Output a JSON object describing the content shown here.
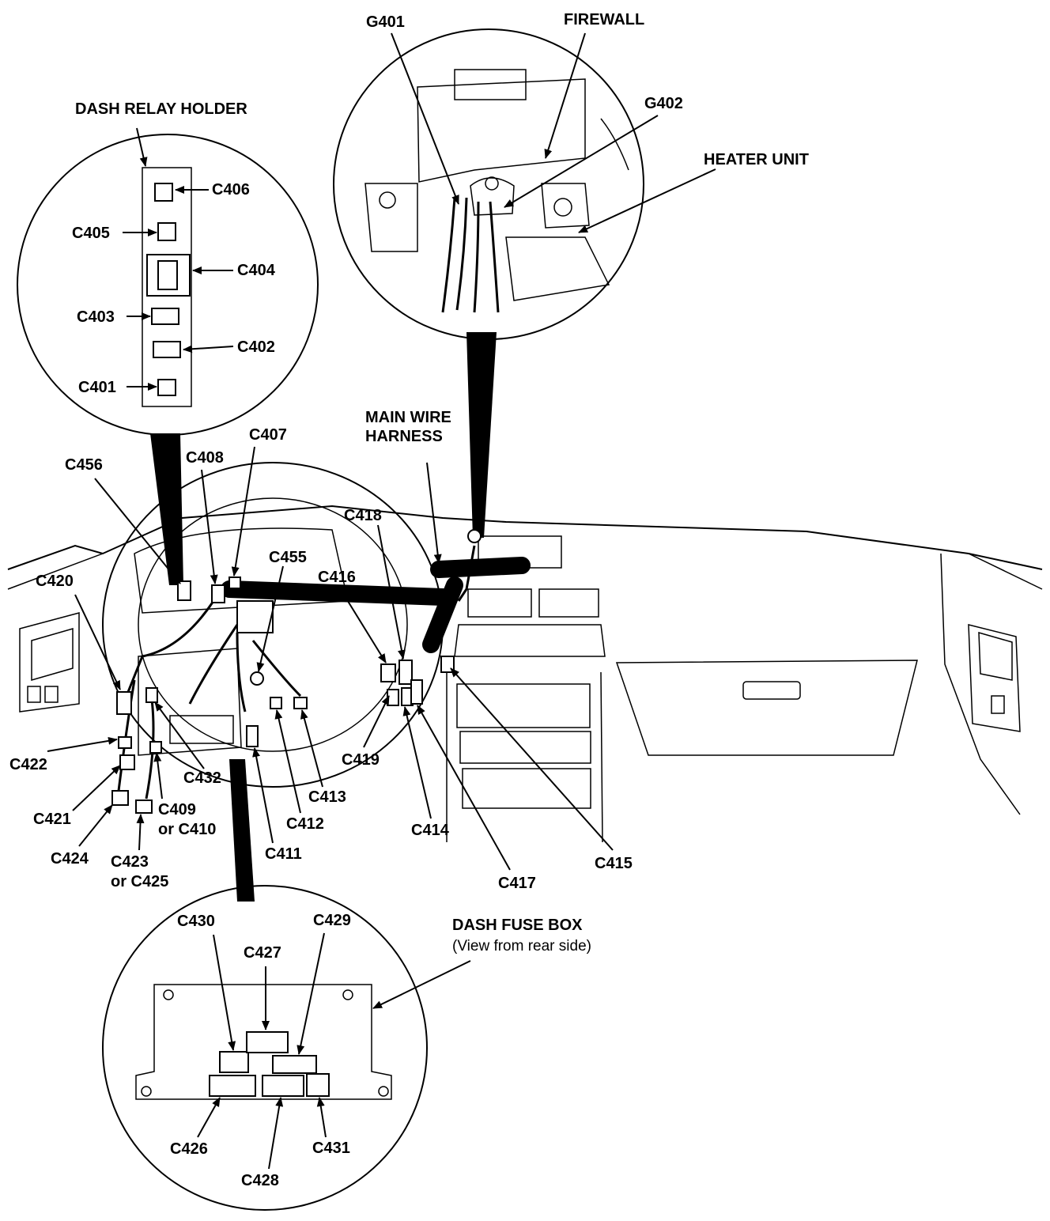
{
  "relay_holder": {
    "title": "DASH RELAY HOLDER",
    "connectors": [
      "C406",
      "C405",
      "C404",
      "C403",
      "C402",
      "C401"
    ]
  },
  "firewall_view": {
    "firewall": "FIREWALL",
    "heater_unit": "HEATER UNIT",
    "grounds": [
      "G401",
      "G402"
    ]
  },
  "harness": {
    "line1": "MAIN WIRE",
    "line2": "HARNESS"
  },
  "dash_connectors": {
    "c456": "C456",
    "c408": "C408",
    "c407": "C407",
    "c455": "C455",
    "c418": "C418",
    "c416": "C416",
    "c420": "C420",
    "c422": "C422",
    "c421": "C421",
    "c424": "C424",
    "c423": "C423",
    "or_c425": "or C425",
    "c409": "C409",
    "or_c410": "or C410",
    "c432": "C432",
    "c411": "C411",
    "c412": "C412",
    "c413": "C413",
    "c419": "C419",
    "c414": "C414",
    "c417": "C417",
    "c415": "C415"
  },
  "fuse_box": {
    "title": "DASH FUSE BOX",
    "subtitle": "(View from rear side)",
    "connectors": {
      "c430": "C430",
      "c427": "C427",
      "c429": "C429",
      "c426": "C426",
      "c428": "C428",
      "c431": "C431"
    }
  }
}
